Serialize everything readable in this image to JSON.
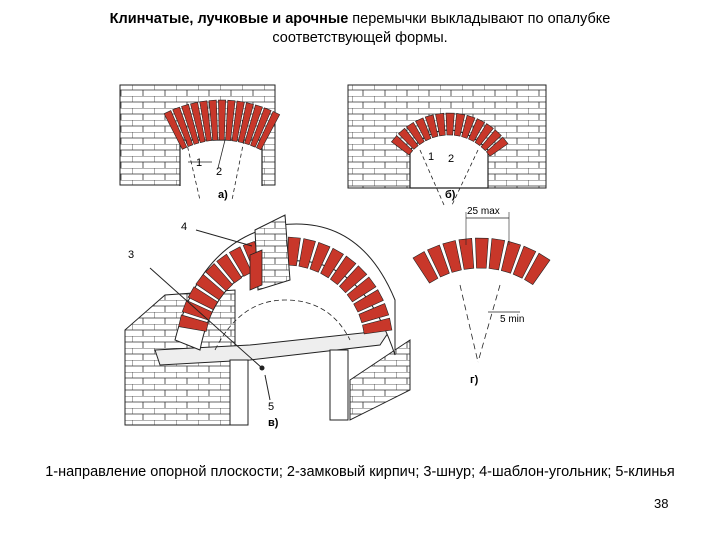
{
  "header": {
    "title_bold": "Клинчатые, лучковые и арочные",
    "title_rest": " перемычки выкладывают по опалубке соответствующей формы."
  },
  "figure": {
    "labels": {
      "a": "а)",
      "b": "б)",
      "v": "в)",
      "g": "г)",
      "n1a": "1",
      "n2a": "2",
      "n1b": "1",
      "n2b": "2",
      "n3": "3",
      "n4": "4",
      "n5": "5",
      "max": "25 max",
      "min": "5 min"
    },
    "colors": {
      "brick": "#c8372a",
      "line": "#222222",
      "wall": "#ffffff"
    }
  },
  "caption": "1-направление опорной плоскости; 2-замковый кирпич; 3-шнур; 4-шаблон-угольник; 5-клинья",
  "page_number": "38"
}
